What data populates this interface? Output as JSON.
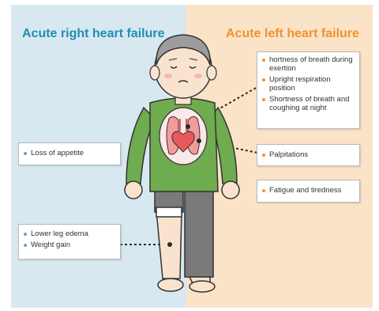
{
  "headings": {
    "right_failure": "Acute right heart failure",
    "left_failure": "Acute left heart failure"
  },
  "colors": {
    "right_panel_bg": "#d8e8f1",
    "left_panel_bg": "#fbe3c8",
    "right_heading": "#1f8fb0",
    "left_heading": "#f0922e",
    "shirt": "#6fab4f",
    "heart": "#e8595a"
  },
  "callouts": {
    "breathing": {
      "items": [
        "hortness of breath during exertion",
        "Upright respiration position",
        "Shortness of breath and coughing at night"
      ]
    },
    "palpitations": {
      "items": [
        "Palpitations"
      ]
    },
    "fatigue": {
      "items": [
        "Fatigue and tiredness"
      ]
    },
    "appetite": {
      "items": [
        "Loss of appetite"
      ]
    },
    "edema": {
      "items": [
        "Lower leg edema",
        "Weight gain"
      ]
    }
  }
}
